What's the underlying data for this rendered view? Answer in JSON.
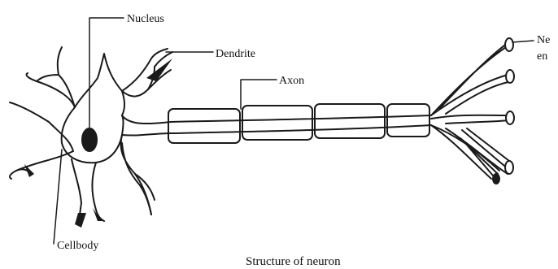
{
  "diagram": {
    "caption": "Structure of neuron",
    "labels": {
      "nucleus": "Nucleus",
      "dendrite": "Dendrite",
      "axon": "Axon",
      "nerve_ending_line1": "Ne",
      "nerve_ending_line2": "en",
      "cellbody": "Cellbody"
    }
  }
}
